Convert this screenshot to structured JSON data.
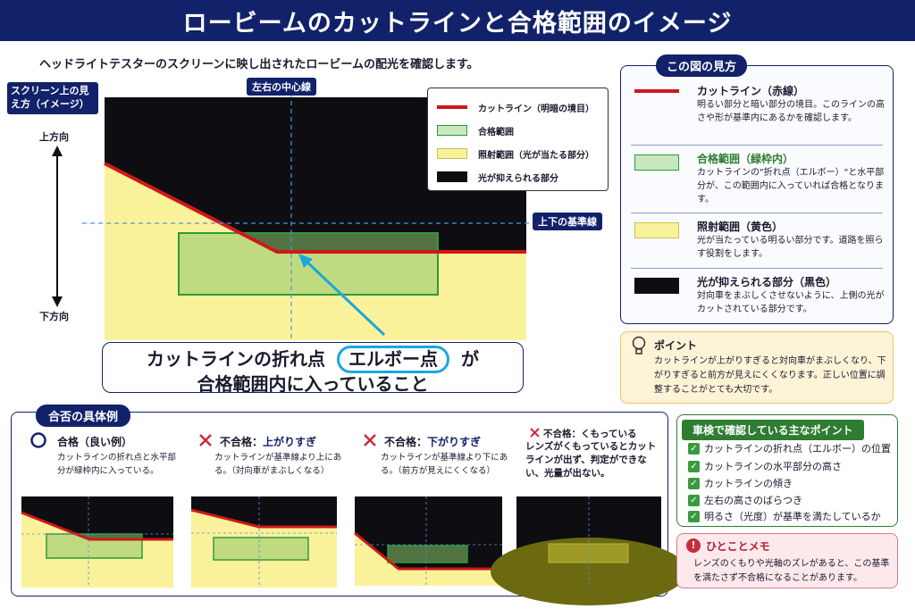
{
  "title": "ロービームのカットラインと合格範囲のイメージ",
  "intro": "ヘッドライトテスターのスクリーンに映し出されたロービームの配光を確認します。",
  "screen_label": "スクリーン上の見え方（イメージ）",
  "up_label": "上方向",
  "down_label": "下方向",
  "center_line_label": "左右の中心線",
  "base_line_label": "上下の基準線",
  "colors": {
    "navy": "#12226a",
    "cutline": "#d01818",
    "pass_zone": "#2e9a3c",
    "lit": "#faf29a",
    "dark": "#0d0d12",
    "callout_ring": "#1aa6e0"
  },
  "legend": [
    {
      "label": "カットライン（明暗の境目）",
      "swatch": "line"
    },
    {
      "label": "合格範囲",
      "swatch": "green"
    },
    {
      "label": "照射範囲（光が当たる部分）",
      "swatch": "yellow"
    },
    {
      "label": "光が抑えられる部分",
      "swatch": "black"
    }
  ],
  "callout": {
    "line1_a": "カットラインの折れ点",
    "line1_b": "エルボー点",
    "line1_c": "が",
    "line2": "合格範囲内に入っていること"
  },
  "howto": {
    "heading": "この図の見方",
    "items": [
      {
        "title": "カットライン（赤線）",
        "text": "明るい部分と暗い部分の境目。このラインの高さや形が基準内にあるかを確認します。",
        "icon": "red-line"
      },
      {
        "title": "合格範囲（緑枠内）",
        "text": "カットラインの\"折れ点（エルボー）\"と水平部分が、この範囲内に入っていれば合格となります。",
        "icon": "green-box"
      },
      {
        "title": "照射範囲（黄色）",
        "text": "光が当たっている明るい部分です。道路を照らす役割をします。",
        "icon": "yellow-box"
      },
      {
        "title": "光が抑えられる部分（黒色）",
        "text": "対向車をまぶしくさせないように、上側の光がカットされている部分です。",
        "icon": "black-box"
      }
    ]
  },
  "point": {
    "title": "ポイント",
    "text": "カットラインが上がりすぎると対向車がまぶしくなり、下がりすぎると前方が見えにくくなります。正しい位置に調整することがとても大切です。",
    "icon": "lightbulb-icon"
  },
  "cases": {
    "heading": "合否の具体例",
    "items": [
      {
        "mark": "○",
        "title_a": "合格（良い例）",
        "title_b": "",
        "text": "カットラインの折れ点と水平部分が緑枠内に入っている。",
        "icon": "circle-icon"
      },
      {
        "mark": "×",
        "title_a": "不合格：",
        "title_b": "上がりすぎ",
        "text": "カットラインが基準線より上にある。（対向車がまぶしくなる）",
        "icon": "cross-icon"
      },
      {
        "mark": "×",
        "title_a": "不合格：",
        "title_b": "下がりすぎ",
        "text": "カットラインが基準線より下にある。（前方が見えにくくなる）",
        "icon": "cross-icon"
      },
      {
        "mark": "×",
        "title_a": "不合格：くもっている",
        "title_b": "",
        "text": "レンズがくもっているとカットラインが出ず、判定ができない、光量が出ない。",
        "icon": "cross-icon"
      }
    ]
  },
  "checks": {
    "heading": "車検で確認している主なポイント",
    "items": [
      "カットラインの折れ点（エルボー）の位置",
      "カットラインの水平部分の高さ",
      "カットラインの傾き",
      "左右の高さのばらつき",
      "明るさ（光度）が基準を満たしているか"
    ]
  },
  "memo": {
    "title": "ひとことメモ",
    "text": "レンズのくもりや光軸のズレがあると、この基準を満たさず不合格になることがあります。",
    "icon": "exclamation-icon"
  }
}
